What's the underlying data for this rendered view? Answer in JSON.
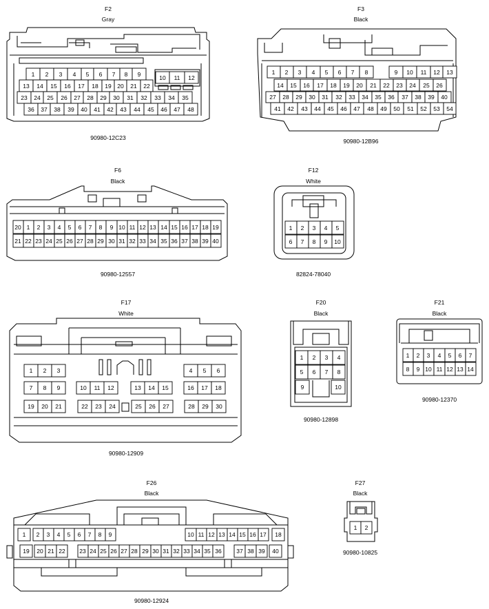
{
  "connectors": [
    {
      "id": "F2",
      "color": "Gray",
      "part_number": "90980-12C23",
      "rows": [
        [
          1,
          2,
          3,
          4,
          5,
          6,
          7,
          8,
          9,
          10,
          11,
          12
        ],
        [
          13,
          14,
          15,
          16,
          17,
          18,
          19,
          20,
          21,
          22
        ],
        [
          23,
          24,
          25,
          26,
          27,
          28,
          29,
          30,
          31,
          32,
          33,
          34,
          35
        ],
        [
          36,
          37,
          38,
          39,
          40,
          41,
          42,
          43,
          44,
          45,
          46,
          47,
          48
        ]
      ]
    },
    {
      "id": "F3",
      "color": "Black",
      "part_number": "90980-12B96",
      "rows": [
        [
          1,
          2,
          3,
          4,
          5,
          6,
          7,
          8,
          9,
          10,
          11,
          12,
          13
        ],
        [
          14,
          15,
          16,
          17,
          18,
          19,
          20,
          21,
          22,
          23,
          24,
          25,
          26
        ],
        [
          27,
          28,
          29,
          30,
          31,
          32,
          33,
          34,
          35,
          36,
          37,
          38,
          39,
          40
        ],
        [
          41,
          42,
          43,
          44,
          45,
          46,
          47,
          48,
          49,
          50,
          51,
          52,
          53,
          54
        ]
      ]
    },
    {
      "id": "F6",
      "color": "Black",
      "part_number": "90980-12557",
      "rows": [
        [
          1,
          2,
          3,
          4,
          5,
          6,
          7,
          8,
          9,
          10,
          11,
          12,
          13,
          14,
          15,
          16,
          17,
          18,
          19,
          20
        ],
        [
          21,
          22,
          23,
          24,
          25,
          26,
          27,
          28,
          29,
          30,
          31,
          32,
          33,
          34,
          35,
          36,
          37,
          38,
          39,
          40
        ]
      ]
    },
    {
      "id": "F12",
      "color": "White",
      "part_number": "82824-78040",
      "rows": [
        [
          1,
          2,
          3,
          4,
          5
        ],
        [
          6,
          7,
          8,
          9,
          10
        ]
      ]
    },
    {
      "id": "F17",
      "color": "White",
      "part_number": "90980-12909",
      "rows": [
        [
          1,
          2,
          3,
          4,
          5,
          6
        ],
        [
          7,
          8,
          9,
          10,
          11,
          12,
          13,
          14,
          15,
          16,
          17,
          18
        ],
        [
          19,
          20,
          21,
          22,
          23,
          24,
          25,
          26,
          27,
          28,
          29,
          30
        ]
      ]
    },
    {
      "id": "F20",
      "color": "Black",
      "part_number": "90980-12898",
      "rows": [
        [
          1,
          2,
          3,
          4
        ],
        [
          5,
          6,
          7,
          8
        ],
        [
          9,
          10
        ]
      ]
    },
    {
      "id": "F21",
      "color": "Black",
      "part_number": "90980-12370",
      "rows": [
        [
          1,
          2,
          3,
          4,
          5,
          6,
          7
        ],
        [
          8,
          9,
          10,
          11,
          12,
          13,
          14
        ]
      ]
    },
    {
      "id": "F26",
      "color": "Black",
      "part_number": "90980-12924",
      "rows": [
        [
          1,
          2,
          3,
          4,
          5,
          6,
          7,
          8,
          9,
          10,
          11,
          12,
          13,
          14,
          15,
          16,
          17,
          18
        ],
        [
          19,
          20,
          21,
          22,
          23,
          24,
          25,
          26,
          27,
          28,
          29,
          30,
          31,
          32,
          33,
          34,
          35,
          36,
          37,
          38,
          39,
          40
        ]
      ]
    },
    {
      "id": "F27",
      "color": "Black",
      "part_number": "90980-10825",
      "rows": [
        [
          1,
          2
        ]
      ]
    }
  ]
}
